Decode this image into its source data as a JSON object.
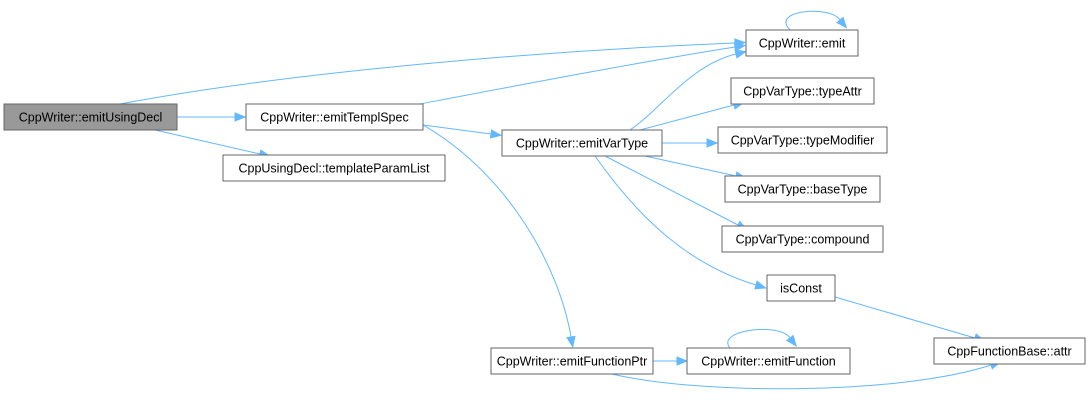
{
  "diagram": {
    "type": "call-graph",
    "colors": {
      "edge": "#63b8ff",
      "root_fill": "#999999",
      "node_fill": "#ffffff",
      "node_border": "#666666"
    },
    "nodes": [
      {
        "id": "emitUsingDecl",
        "label": "CppWriter::emitUsingDecl",
        "root": true
      },
      {
        "id": "emitTemplSpec",
        "label": "CppWriter::emitTemplSpec"
      },
      {
        "id": "templateParamList",
        "label": "CppUsingDecl::templateParamList"
      },
      {
        "id": "emit",
        "label": "CppWriter::emit"
      },
      {
        "id": "emitVarType",
        "label": "CppWriter::emitVarType"
      },
      {
        "id": "typeAttr",
        "label": "CppVarType::typeAttr"
      },
      {
        "id": "typeModifier",
        "label": "CppVarType::typeModifier"
      },
      {
        "id": "baseType",
        "label": "CppVarType::baseType"
      },
      {
        "id": "compound",
        "label": "CppVarType::compound"
      },
      {
        "id": "isConst",
        "label": "isConst"
      },
      {
        "id": "attr",
        "label": "CppFunctionBase::attr"
      },
      {
        "id": "emitFunctionPtr",
        "label": "CppWriter::emitFunctionPtr"
      },
      {
        "id": "emitFunction",
        "label": "CppWriter::emitFunction"
      }
    ],
    "edges": [
      {
        "from": "emitUsingDecl",
        "to": "emit"
      },
      {
        "from": "emitUsingDecl",
        "to": "emitTemplSpec"
      },
      {
        "from": "emitUsingDecl",
        "to": "templateParamList"
      },
      {
        "from": "emitTemplSpec",
        "to": "emit"
      },
      {
        "from": "emitTemplSpec",
        "to": "emitVarType"
      },
      {
        "from": "emitTemplSpec",
        "to": "emitFunctionPtr"
      },
      {
        "from": "emit",
        "to": "emit"
      },
      {
        "from": "emitVarType",
        "to": "emit"
      },
      {
        "from": "emitVarType",
        "to": "typeAttr"
      },
      {
        "from": "emitVarType",
        "to": "typeModifier"
      },
      {
        "from": "emitVarType",
        "to": "baseType"
      },
      {
        "from": "emitVarType",
        "to": "compound"
      },
      {
        "from": "emitVarType",
        "to": "isConst"
      },
      {
        "from": "isConst",
        "to": "attr"
      },
      {
        "from": "emitFunctionPtr",
        "to": "emitFunction"
      },
      {
        "from": "emitFunctionPtr",
        "to": "attr"
      },
      {
        "from": "emitFunction",
        "to": "emitFunction"
      }
    ]
  }
}
